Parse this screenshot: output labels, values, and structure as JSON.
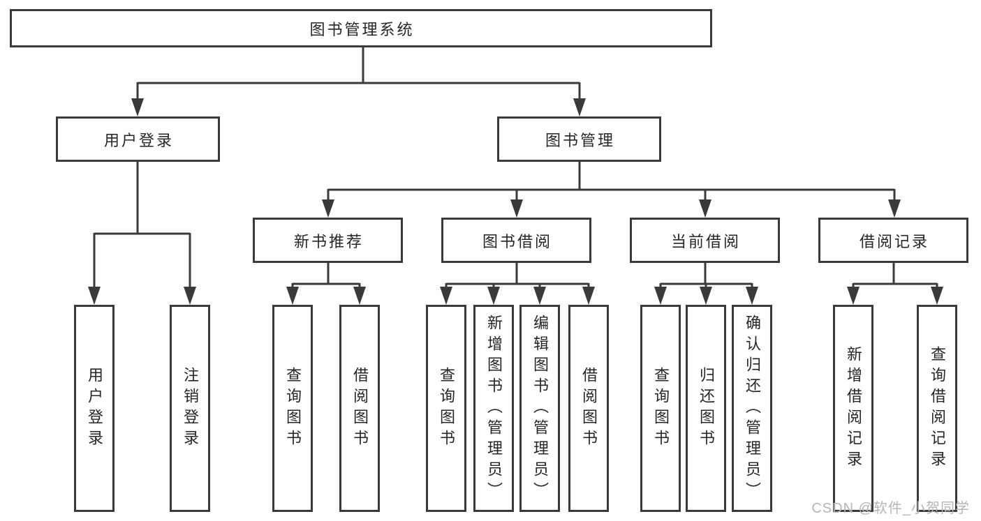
{
  "diagram": {
    "title": "图书管理系统",
    "branches": [
      {
        "label": "用户登录",
        "leaves": [
          "用户登录",
          "注销登录"
        ]
      },
      {
        "label": "图书管理",
        "groups": [
          {
            "label": "新书推荐",
            "leaves": [
              "查询图书",
              "借阅图书"
            ]
          },
          {
            "label": "图书借阅",
            "leaves": [
              "查询图书",
              "新增图书（管理员）",
              "编辑图书（管理员）",
              "借阅图书"
            ]
          },
          {
            "label": "当前借阅",
            "leaves": [
              "查询图书",
              "归还图书",
              "确认归还（管理员）"
            ]
          },
          {
            "label": "借阅记录",
            "leaves": [
              "新增借阅记录",
              "查询借阅记录"
            ]
          }
        ]
      }
    ]
  },
  "watermark": {
    "text": "CSDN @软件_小贺同学"
  },
  "colors": {
    "line": "#3a3a3a",
    "box_border": "#3a3a3a",
    "text": "#262626",
    "watermark": "#b5b5b5",
    "background": "#ffffff"
  }
}
